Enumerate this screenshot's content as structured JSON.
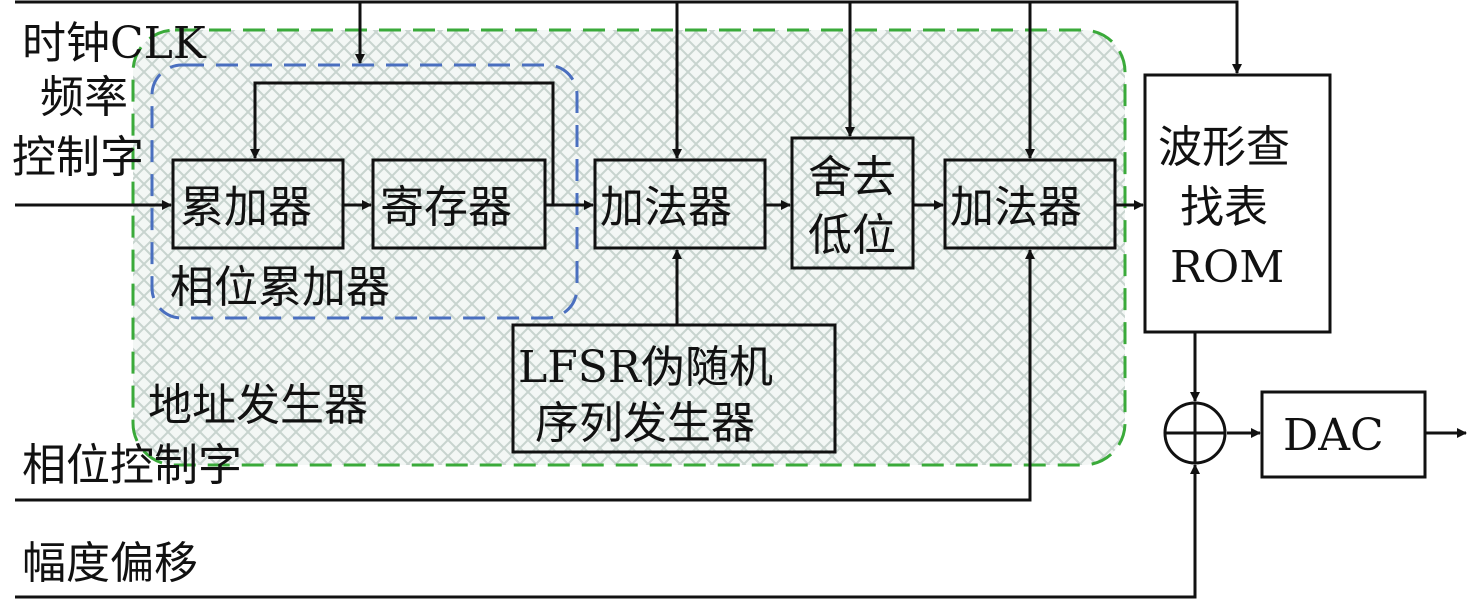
{
  "labels": {
    "clock": "时钟CLK",
    "freq_word_1": "频率",
    "freq_word_2": "控制字",
    "accumulator": "累加器",
    "register": "寄存器",
    "phase_accumulator": "相位累加器",
    "adder_1": "加法器",
    "truncate_1": "舍去",
    "truncate_2": "低位",
    "adder_2": "加法器",
    "rom_1": "波形查",
    "rom_2": "找表",
    "rom_3": "ROM",
    "lfsr_1": "LFSR伪随机",
    "lfsr_2": "序列发生器",
    "address_generator": "地址发生器",
    "phase_word": "相位控制字",
    "amplitude_offset": "幅度偏移",
    "dac": "DAC"
  },
  "colors": {
    "address_generator_border": "#3aaa3a",
    "phase_accumulator_border": "#4a6fbf",
    "pattern": "#c8d8d0"
  }
}
